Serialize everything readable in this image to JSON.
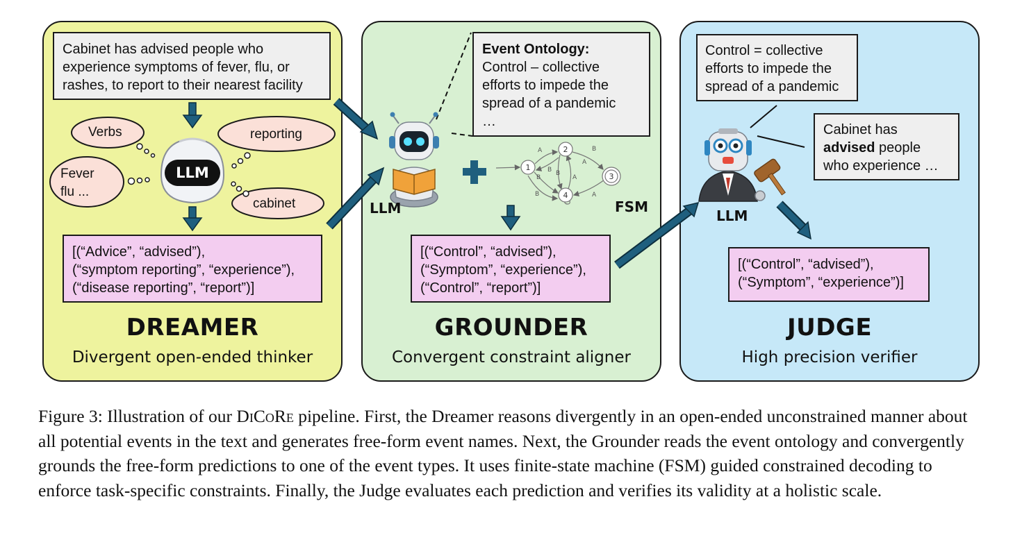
{
  "dreamer": {
    "title": "DREAMER",
    "subtitle": "Divergent open-ended thinker",
    "input_lines": [
      "Cabinet has advised people who",
      "experience symptoms of fever, flu, or",
      "rashes, to report to their nearest facility"
    ],
    "llm_label": "LLM",
    "thoughts": [
      "Verbs",
      "Fever",
      "flu ...",
      "reporting",
      "cabinet"
    ],
    "output_lines": [
      "[(“Advice”, “advised”),",
      "(“symptom reporting”, “experience”),",
      "(“disease reporting”, “report”)]"
    ]
  },
  "grounder": {
    "title": "GROUNDER",
    "subtitle": "Convergent constraint aligner",
    "ontology_heading": "Event Ontology:",
    "ontology_lines": [
      "Control – collective",
      "efforts to impede the",
      "spread of a pandemic",
      "…"
    ],
    "llm_label": "LLM",
    "fsm_label": "FSM",
    "fsm_states": [
      "1",
      "2",
      "3",
      "4"
    ],
    "fsm_edge_labels": [
      "A",
      "B",
      "B",
      "B",
      "A",
      "A",
      "B",
      "A",
      "B"
    ],
    "output_lines": [
      "[(“Control”, “advised”),",
      "(“Symptom”, “experience”),",
      "(“Control”, “report”)]"
    ]
  },
  "judge": {
    "title": "JUDGE",
    "subtitle": "High precision verifier",
    "definition_lines": [
      "Control = collective",
      "efforts to impede the",
      "spread of a pandemic"
    ],
    "context_line1": "Cabinet has",
    "context_bold": "advised",
    "context_rest": " people",
    "context_line3": "who experience …",
    "llm_label": "LLM",
    "output_lines": [
      "[(“Control”, “advised”),",
      "(“Symptom”, “experience”)]"
    ]
  },
  "caption": {
    "prefix": "Figure 3: Illustration of our ",
    "name": "DiCoRe",
    "rest": " pipeline. First, the Dreamer reasons divergently in an open-ended unconstrained manner about all potential events in the text and generates free-form event names. Next, the Grounder reads the event ontology and convergently grounds the free-form predictions to one of the event types. It uses finite-state machine (FSM) guided constrained decoding to enforce task-specific constraints. Finally, the Judge evaluates each prediction and verifies its validity at a holistic scale."
  },
  "colors": {
    "dreamer_bg": "#eef39e",
    "grounder_bg": "#d8f0d2",
    "judge_bg": "#c6e8f8",
    "arrow": "#1f5f7e",
    "pink_box": "#f3cdf0",
    "gray_box": "#efefef",
    "cloud": "#fbe0d8"
  }
}
